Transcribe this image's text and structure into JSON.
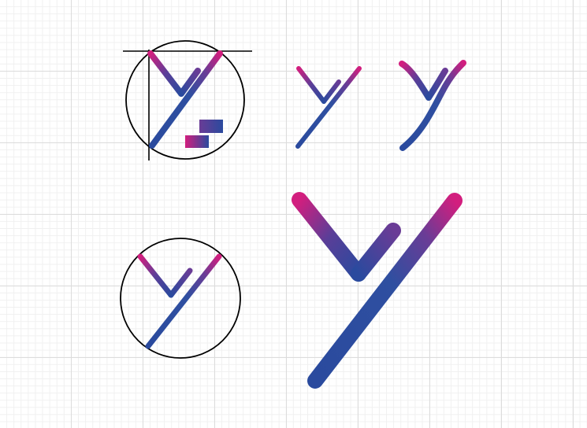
{
  "canvas": {
    "grid": "graph-paper",
    "background": "#ffffff",
    "grid_major_color": "#dcdcdc",
    "grid_minor_color": "#f0f0f0"
  },
  "colors": {
    "gradient_blue": "#2a4a9e",
    "gradient_purple": "#6a3c96",
    "gradient_magenta": "#d21e7e",
    "construction_line": "#000000"
  },
  "sketches": [
    {
      "name": "construction-sketch",
      "label": ""
    },
    {
      "name": "thin-y-variant",
      "label": ""
    },
    {
      "name": "curved-y-variant",
      "label": ""
    },
    {
      "name": "circle-y-logo",
      "label": ""
    },
    {
      "name": "large-y-mark",
      "label": ""
    }
  ]
}
